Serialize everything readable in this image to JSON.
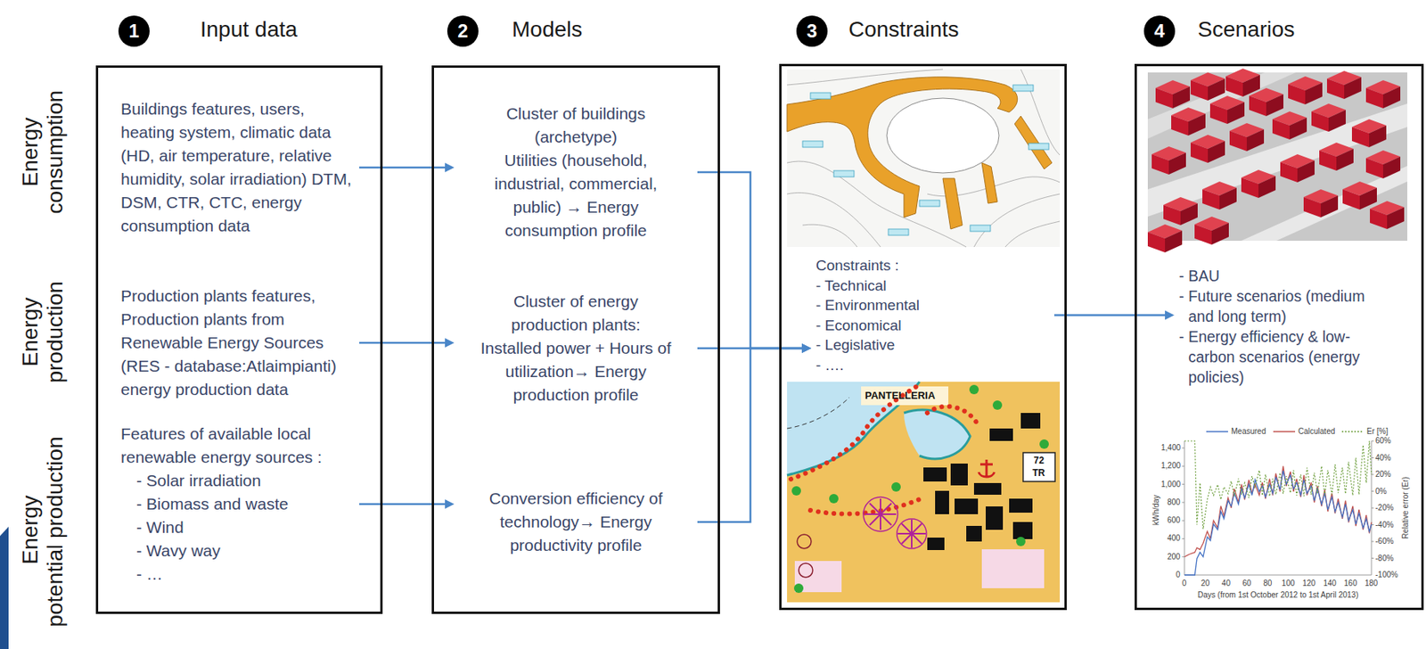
{
  "diagram": {
    "nodes": [
      {
        "text": [
          "Input data"
        ]
      },
      {
        "text": [
          "Buildings features, users, heating system, climatic data (HD, air temperature, relative humidity, solar irradiation) DTM, DSM, CTR, CTC, energy consumption data"
        ],
        "in": 0
      },
      {
        "text": [
          "Production plants features, Production plants from Renewable Energy Sources (RES - database:Atlaimpianti) energy production data"
        ],
        "in": 0
      },
      {
        "text": [
          "Features of available local renewable energy sources :",
          "- Solar irradiation",
          "- Biomass and waste",
          "- Wind",
          "- Wavy way",
          "- …"
        ],
        "in": 0
      },
      {
        "text": [
          "Models"
        ]
      },
      {
        "text": [
          "Cluster of buildings (archetype)",
          "Utilities (household, industrial, commercial, public) → Energy consumption profile"
        ],
        "in": 4
      },
      {
        "text": [
          "Cluster of energy production plants:",
          "Installed power + Hours of utilization→ Energy production profile"
        ],
        "in": 4
      },
      {
        "text": [
          "Conversion efficiency of technology→ Energy productivity profile"
        ],
        "in": 4
      },
      {
        "text": [
          "Constraints"
        ]
      },
      {
        "text": [
          "Constraints :",
          "- Technical",
          "- Environmental",
          "- Economical",
          "- Legislative",
          "- …."
        ],
        "in": 8
      },
      {
        "text": [
          "Scenarios"
        ]
      },
      {
        "text": [
          "- BAU",
          "- Future scenarios (medium and long term)",
          "- Energy efficiency & low-carbon scenarios (energy policies)"
        ],
        "in": 10
      }
    ],
    "edges": [
      {
        "from": 1,
        "to": 5,
        "arrow": "to"
      },
      {
        "from": 2,
        "to": 6,
        "arrow": "to"
      },
      {
        "from": 3,
        "to": 7,
        "arrow": "to"
      },
      {
        "from": 5,
        "to": 9,
        "arrow": "to"
      },
      {
        "from": 6,
        "to": 9,
        "arrow": "to"
      },
      {
        "from": 7,
        "to": 9,
        "arrow": "to"
      },
      {
        "from": 9,
        "to": 11,
        "arrow": "to"
      }
    ],
    "labels": [
      "1",
      "2",
      "3",
      "4",
      "Energy consumption",
      "Energy production",
      "Energy potential production",
      "PANTELLERIA",
      "72",
      "TR",
      "1,400",
      "1,200",
      "1,000",
      "800",
      "600",
      "400",
      "200",
      "0",
      "60%",
      "40%",
      "20%",
      "0%",
      "-20%",
      "-40%",
      "-60%",
      "-80%",
      "-100%",
      "0",
      "20",
      "40",
      "60",
      "80",
      "100",
      "120",
      "140",
      "160",
      "180",
      "kWh/day",
      "Relative error (Er)",
      "Days (from 1st October 2012 to 1st April 2013)"
    ],
    "legend": [
      {
        "text": "Measured"
      },
      {
        "text": "Calculated"
      },
      {
        "text": "Er [%]"
      }
    ]
  }
}
